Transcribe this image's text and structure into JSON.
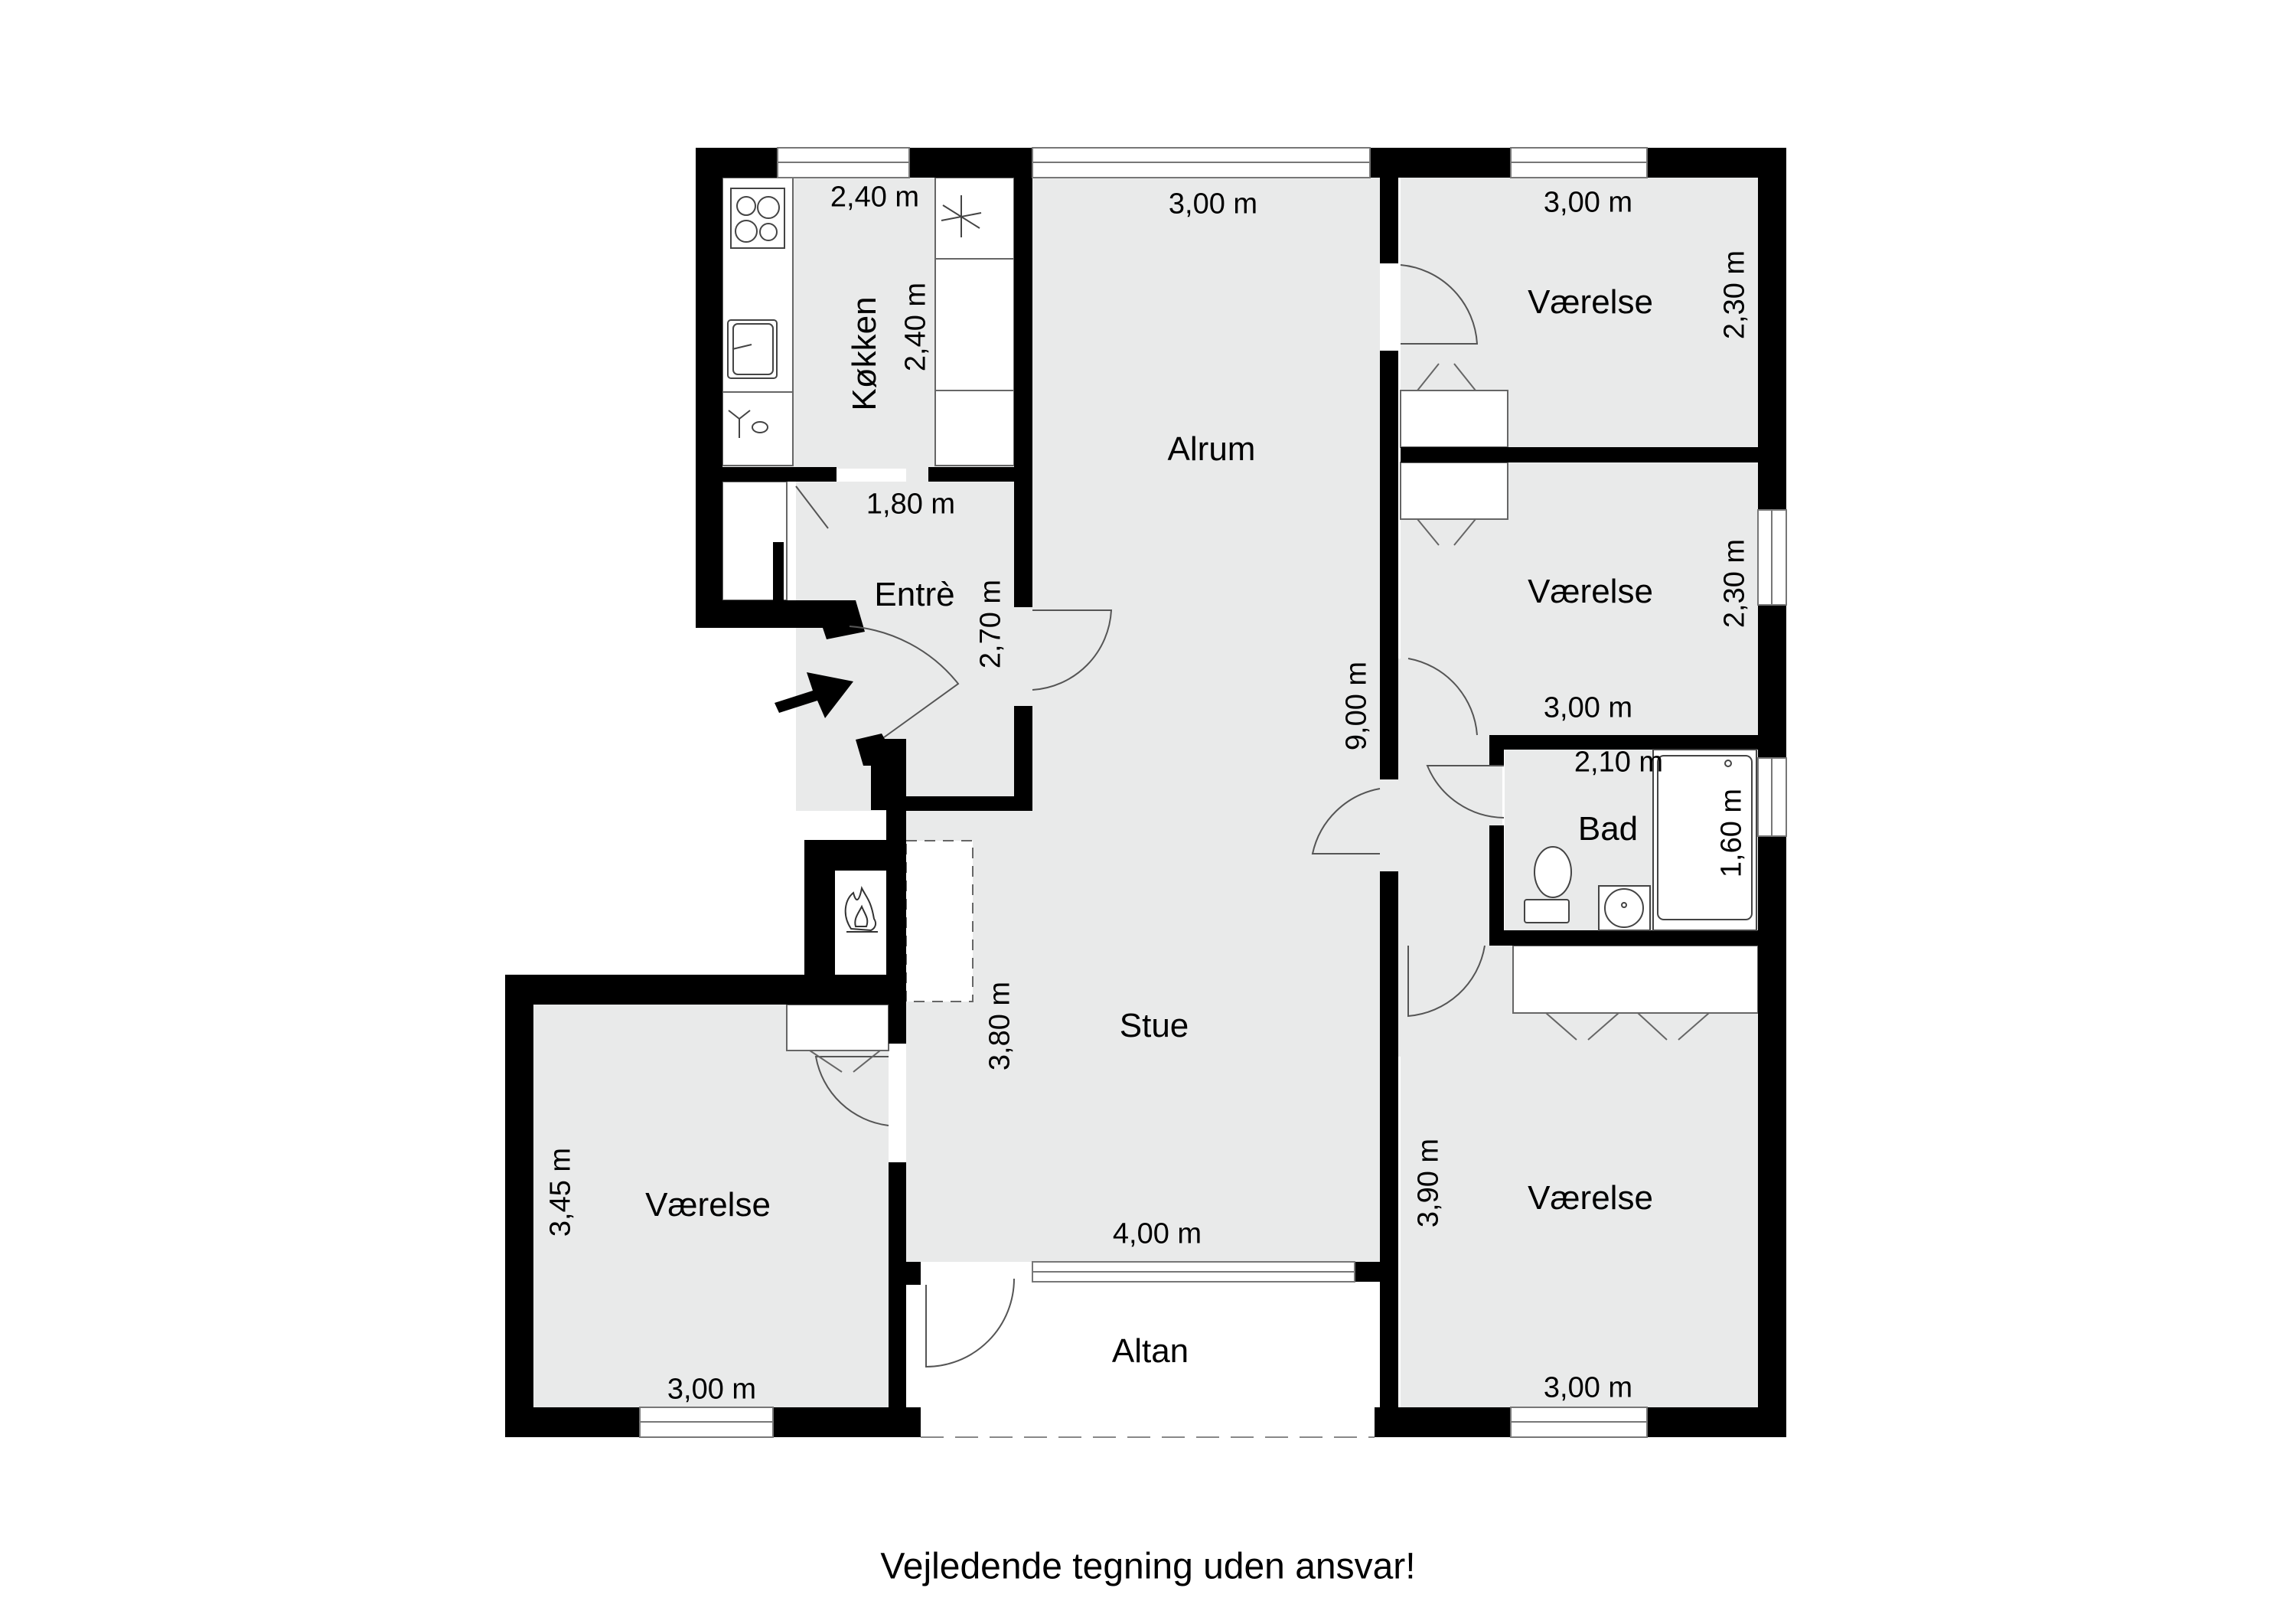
{
  "colors": {
    "wall": "#000000",
    "floor": "#e9eaea",
    "background": "#ffffff",
    "fixture_line": "#555555"
  },
  "rooms": {
    "kitchen": {
      "name": "Køkken",
      "width": "2,40 m",
      "length": "2,40 m"
    },
    "entry": {
      "name": "Entrè",
      "width": "1,80 m",
      "length": "2,70 m"
    },
    "alrum": {
      "name": "Alrum",
      "width": "3,00 m",
      "length": "9,00 m"
    },
    "stue": {
      "name": "Stue",
      "width": "4,00 m",
      "length": "3,80 m"
    },
    "altan": {
      "name": "Altan"
    },
    "bedroom_top_right": {
      "name": "Værelse",
      "width": "3,00 m",
      "length": "2,30 m"
    },
    "bedroom_mid_right": {
      "name": "Værelse",
      "width": "3,00 m",
      "length": "2,30 m"
    },
    "bathroom": {
      "name": "Bad",
      "width": "2,10 m",
      "length": "1,60 m"
    },
    "bedroom_bottom_right": {
      "name": "Værelse",
      "width": "3,00 m",
      "length": "3,90 m"
    },
    "bedroom_left": {
      "name": "Værelse",
      "width": "3,00 m",
      "length": "3,45 m"
    }
  },
  "icons": {
    "entrance_arrow": "entrance-arrow-icon",
    "stove": "stove-icon",
    "sink": "kitchen-sink-icon",
    "fan": "exhaust-fan-icon",
    "fireplace": "fireplace-icon",
    "toilet": "toilet-icon",
    "washbasin": "washbasin-icon",
    "bathtub": "bathtub-icon"
  },
  "footer": {
    "disclaimer": "Vejledende tegning uden ansvar!"
  }
}
